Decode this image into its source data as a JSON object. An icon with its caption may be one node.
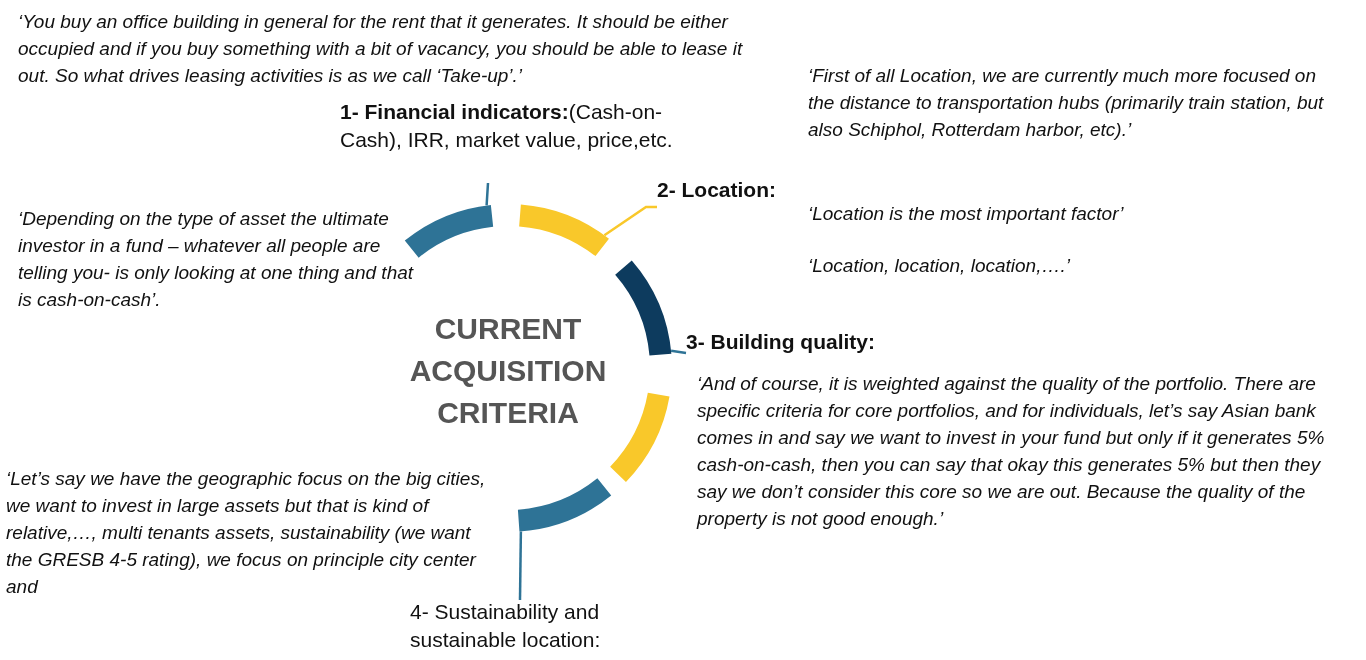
{
  "diagram": {
    "title": "CURRENT ACQUISITION CRITERIA",
    "nodes": [
      {
        "text": [
          "**1- Financial indicators:**(Cash-on-Cash), IRR, market value, price,etc."
        ]
      },
      {
        "text": [
          "2- Location:"
        ]
      },
      {
        "text": [
          "3- Building quality:"
        ]
      },
      {
        "text": [
          "4- Sustainability and sustainable location:"
        ]
      },
      {
        "text": [],
        "shape": "arc"
      },
      {
        "text": [],
        "shape": "arc"
      },
      {
        "text": [],
        "shape": "arc"
      },
      {
        "text": [],
        "shape": "arc"
      },
      {
        "text": [],
        "shape": "arc"
      }
    ],
    "edges": [
      {
        "from": 0,
        "to": 4,
        "arrow": "none"
      },
      {
        "from": 1,
        "to": 5,
        "arrow": "none",
        "color": "#f9c82a"
      },
      {
        "from": 2,
        "to": 6,
        "arrow": "none"
      },
      {
        "from": 3,
        "to": 8,
        "arrow": "none"
      }
    ],
    "labels": [
      "‘You buy an office building in general for the rent that it generates. It should be either occupied and if you buy something with a bit of vacancy, you should be able to lease it out.  So what drives leasing activities is as we call ‘Take-up’.’",
      "‘First of all Location, we are currently much more focused on the distance to transportation hubs (primarily train station, but also Schiphol, Rotterdam harbor, etc).’",
      "‘Depending on the type of asset the ultimate investor in a fund – whatever all people are telling you- is only looking at one thing and that is cash-on-cash’.",
      "‘Location is the most important factor’",
      "‘Location, location, location,….’",
      "‘And of course, it is weighted against the quality of the portfolio. There are specific criteria for core portfolios, and for individuals, let’s say Asian bank comes in and say we want to invest in your fund but only if it generates 5% cash-on-cash, then you can say that okay this generates 5% but then they say we don’t consider this core so we are out. Because the quality of the property is not good enough.’",
      "‘Let’s say we have the geographic focus on the big cities, we want to invest in large assets but that is kind of relative,…, multi tenants assets, sustainability (we want the GRESB 4-5 rating), we focus on principle city center and"
    ]
  }
}
